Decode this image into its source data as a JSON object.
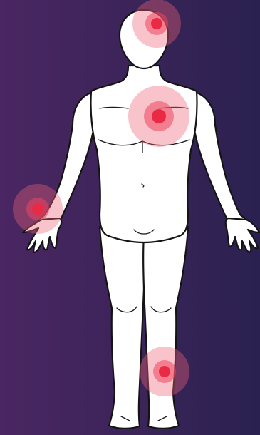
{
  "figure": {
    "name": "human-body-front"
  },
  "colors": {
    "background_left": "#4a2662",
    "background_right": "#2a2150",
    "body_fill": "#ffffff",
    "outline": "#141414",
    "pain_core": "#ea2a44",
    "pain_glow": "#ec6076"
  },
  "pain_points": [
    {
      "area": "head",
      "intensity": "medium"
    },
    {
      "area": "chest",
      "intensity": "high"
    },
    {
      "area": "right-wrist",
      "intensity": "medium"
    },
    {
      "area": "left-shin",
      "intensity": "medium"
    }
  ]
}
